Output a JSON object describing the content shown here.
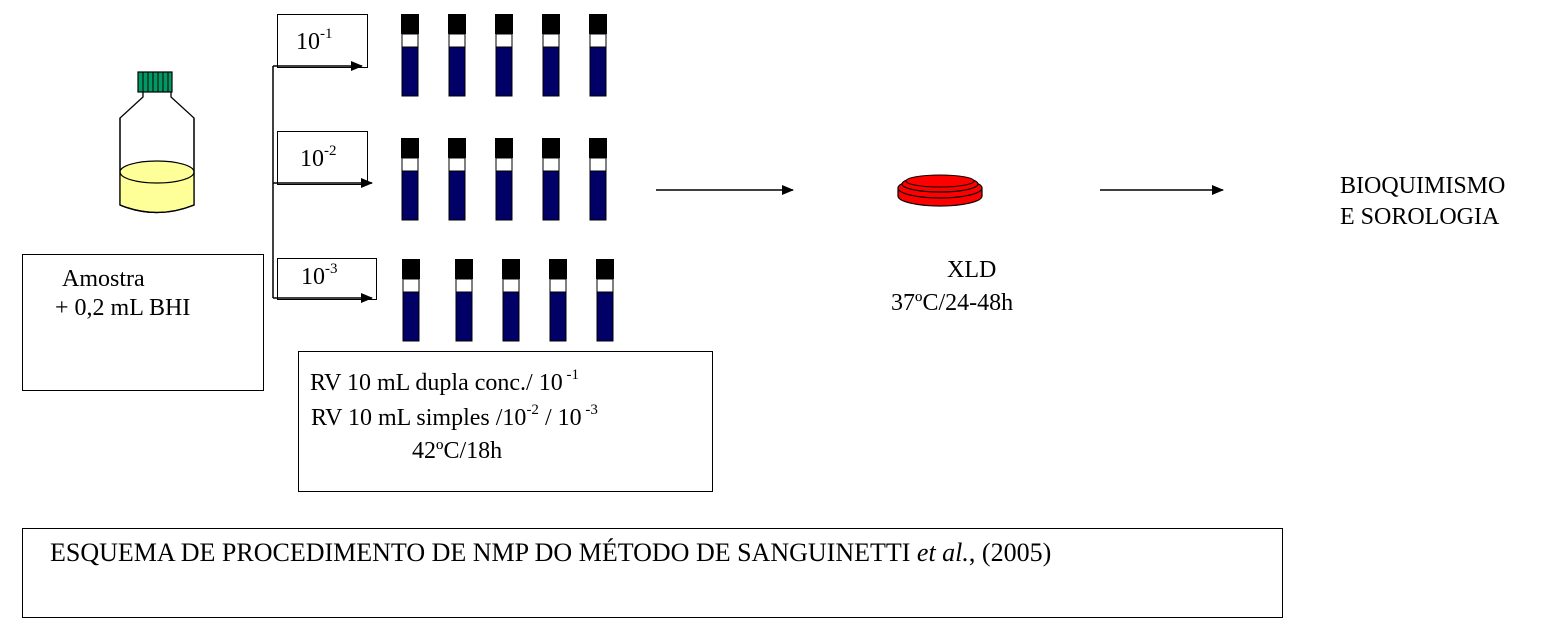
{
  "sample": {
    "line1": "Amostra",
    "line2": "+ 0,2 mL BHI"
  },
  "dilutions": [
    {
      "base": "10",
      "exp": "-1"
    },
    {
      "base": "10",
      "exp": "-2"
    },
    {
      "base": "10",
      "exp": "-3"
    }
  ],
  "rv_box": {
    "line1_text": "RV 10 mL  dupla conc./ 10",
    "line1_exp": " -1",
    "line2_text_a": "RV 10 mL simples /10",
    "line2_exp_a": "-2",
    "line2_text_b": " / 10",
    "line2_exp_b": " -3",
    "line3": "42ºC/18h"
  },
  "xld": {
    "line1": "XLD",
    "line2": "37ºC/24-48h"
  },
  "final": {
    "line1": "BIOQUIMISMO",
    "line2": "E SOROLOGIA"
  },
  "caption": {
    "text": "ESQUEMA DE PROCEDIMENTO DE NMP DO MÉTODO DE SANGUINETTI ",
    "italic": "et al.",
    "tail": ", (2005)"
  },
  "colors": {
    "broth": "#000066",
    "cap": "#000000",
    "bottle_liquid": "#ffff99",
    "bottle_cap": "#009966",
    "plate": "#ff0000"
  }
}
